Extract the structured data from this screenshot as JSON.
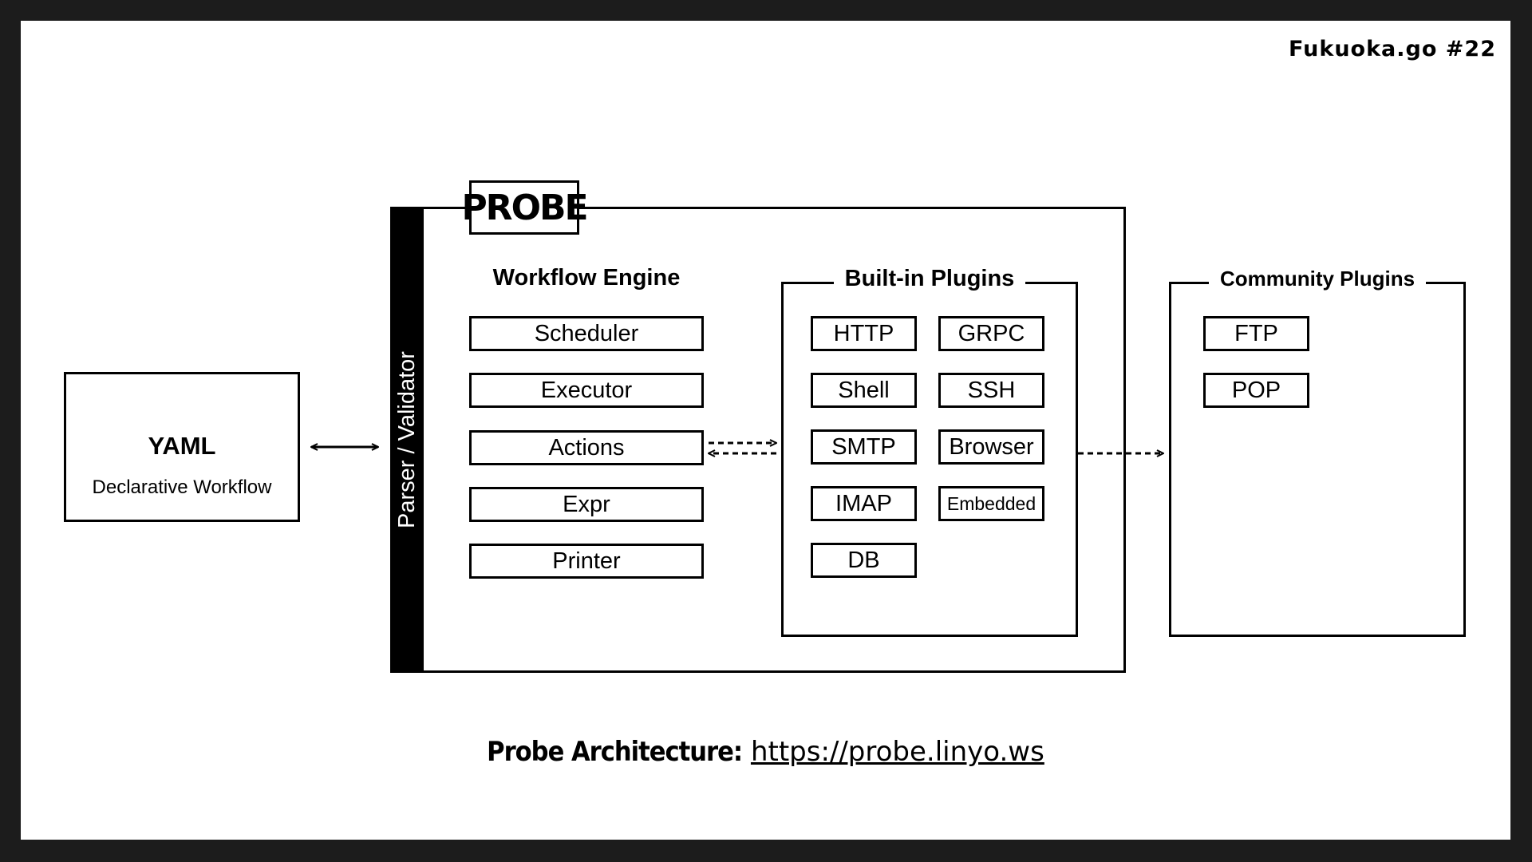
{
  "event": "Fukuoka.go #22",
  "yaml": {
    "title": "YAML",
    "subtitle": "Declarative Workflow"
  },
  "probe": {
    "title": "PROBE",
    "sidebar": "Parser / Validator"
  },
  "workflow_engine": {
    "title": "Workflow Engine",
    "items": [
      "Scheduler",
      "Executor",
      "Actions",
      "Expr",
      "Printer"
    ]
  },
  "builtin_plugins": {
    "title": "Built-in Plugins",
    "items": [
      "HTTP",
      "GRPC",
      "Shell",
      "SSH",
      "SMTP",
      "Browser",
      "IMAP",
      "Embedded",
      "DB"
    ]
  },
  "community_plugins": {
    "title": "Community Plugins",
    "items": [
      "FTP",
      "POP"
    ]
  },
  "footer": {
    "label": "Probe Architecture:",
    "url": "https://probe.linyo.ws"
  }
}
